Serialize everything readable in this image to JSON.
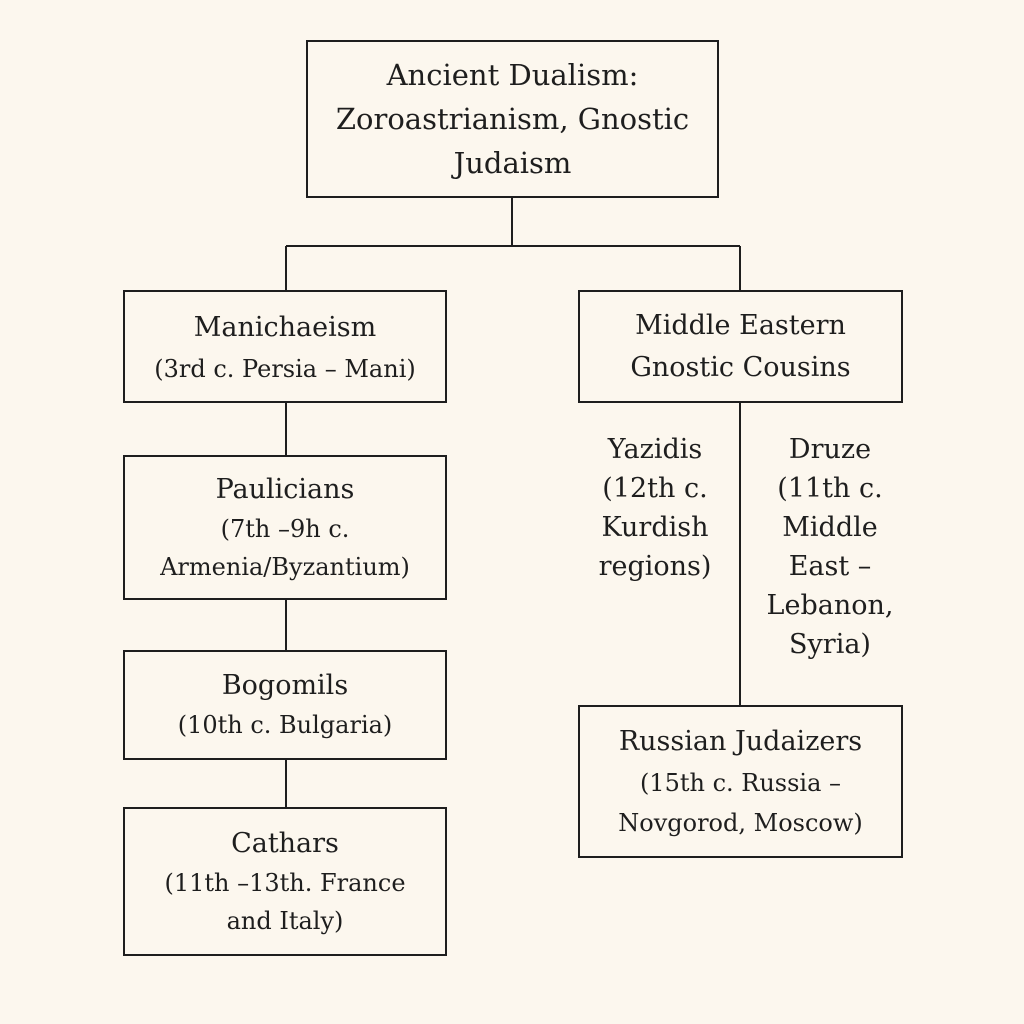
{
  "diagram": {
    "root": {
      "lines": [
        "Ancient Dualism:",
        "Zoroastrianism, Gnostic",
        "Judaism"
      ]
    },
    "manichaeism": {
      "title": "Manichaeism",
      "detail": "(3rd c. Persia – Mani)"
    },
    "middle_eastern": {
      "lines": [
        "Middle Eastern",
        "Gnostic Cousins"
      ]
    },
    "paulicians": {
      "title": "Paulicians",
      "detail_lines": [
        "(7th –9h c.",
        "Armenia/Byzantium)"
      ]
    },
    "bogomils": {
      "title": "Bogomils",
      "detail": "(10th c. Bulgaria)"
    },
    "cathars": {
      "title": "Cathars",
      "detail_lines": [
        "(11th –13th. France",
        "and Italy)"
      ]
    },
    "yazidis": {
      "lines": [
        "Yazidis",
        "(12th c.",
        "Kurdish",
        "regions)"
      ]
    },
    "druze": {
      "lines": [
        "Druze",
        "(11th c.",
        "Middle",
        "East –",
        "Lebanon,",
        "Syria)"
      ]
    },
    "russian_judaizers": {
      "title": "Russian Judaizers",
      "detail_lines": [
        "(15th c. Russia –",
        "Novgorod, Moscow)"
      ]
    }
  },
  "colors": {
    "background": "#fcf7ee",
    "ink": "#1e1e1e"
  }
}
